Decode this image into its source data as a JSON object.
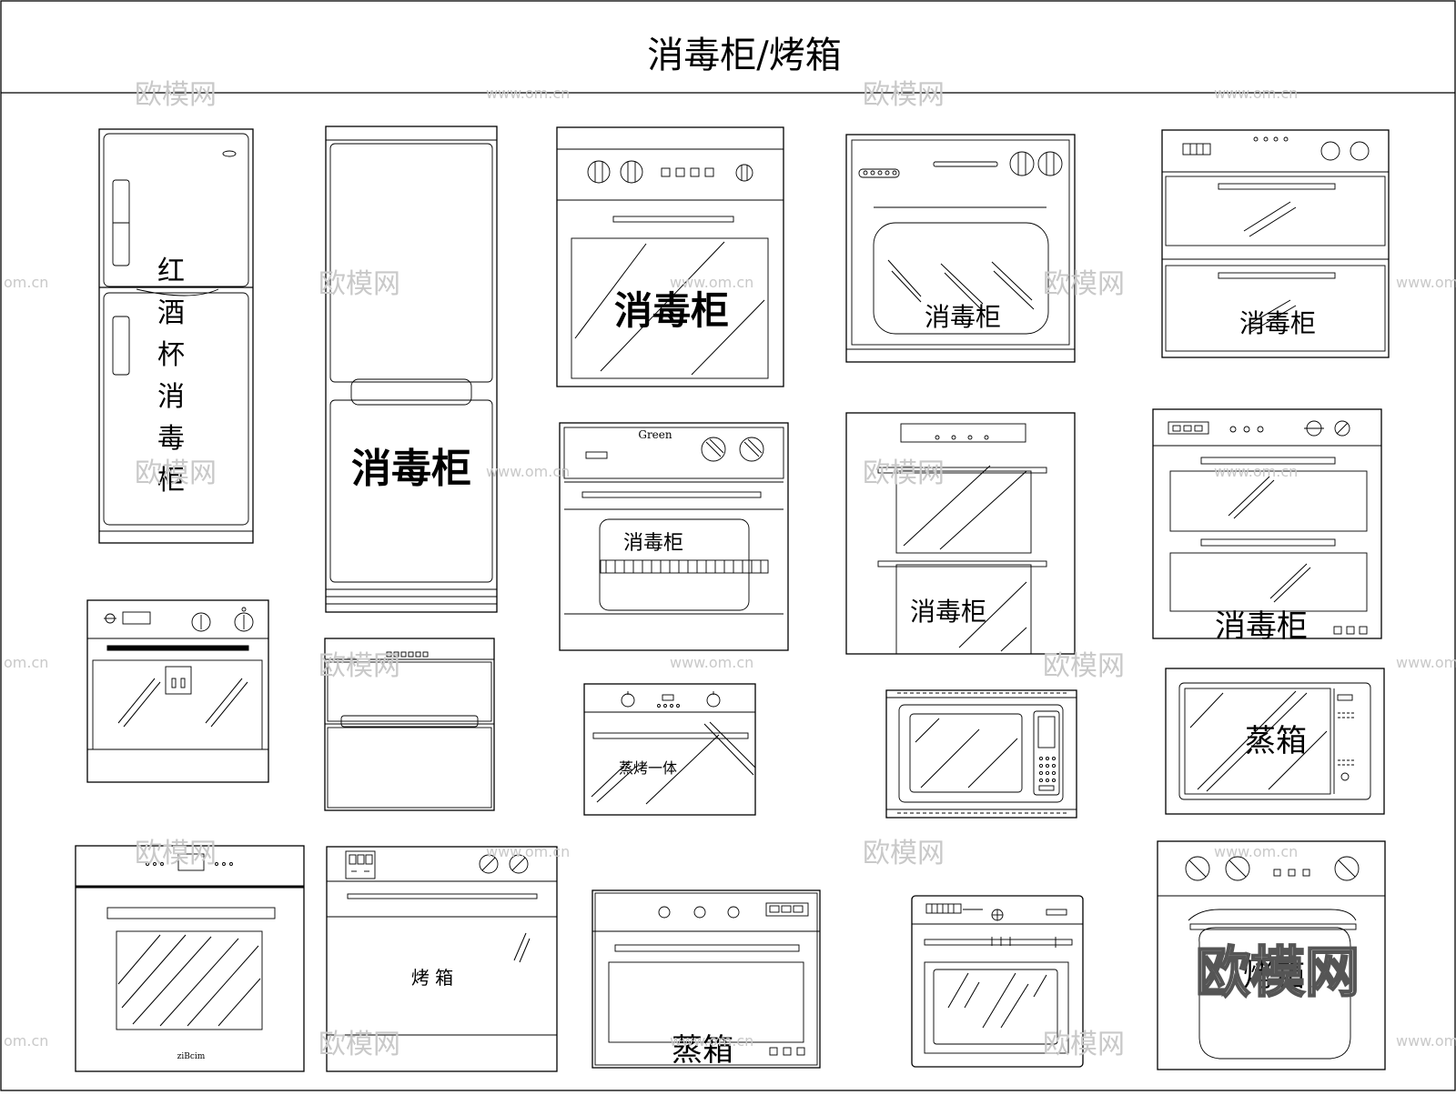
{
  "title": "消毒柜/烤箱",
  "labels": {
    "wine_cabinet": [
      "红",
      "酒",
      "杯",
      "消",
      "毒",
      "柜"
    ],
    "disinfect_tall": "消毒柜",
    "disinfect_oven_a": "消毒柜",
    "disinfect_oven_b": "消毒柜",
    "disinfect_double_a": "消毒柜",
    "green_brand": "Green",
    "disinfect_green": "消毒柜",
    "disinfect_double_b": "消毒柜",
    "disinfect_double_c": "消毒柜",
    "steam_bake": "蒸烤一体",
    "steam_box_a": "蒸箱",
    "oven_label": "烤  箱",
    "steam_box_b": "蒸箱",
    "oven_label_b": "烤箱",
    "brand_small": "ziBcim"
  },
  "watermark": {
    "brand": "欧模网",
    "url": "www.om.cn",
    "url_short": "om.cn"
  },
  "colors": {
    "line": "#000000",
    "background": "#ffffff",
    "watermark": "#c9c9c9"
  }
}
